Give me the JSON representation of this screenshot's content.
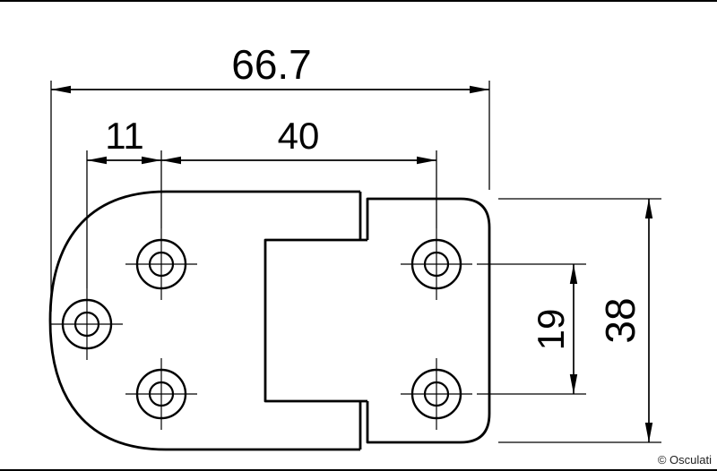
{
  "drawing": {
    "dimensions": {
      "total_width": "66.7",
      "hole_edge_offset": "11",
      "hole_spacing_horizontal": "40",
      "hole_spacing_vertical": "19",
      "total_height": "38"
    },
    "copyright": "© Osculati",
    "colors": {
      "line": "#000000",
      "background": "#ffffff"
    }
  }
}
